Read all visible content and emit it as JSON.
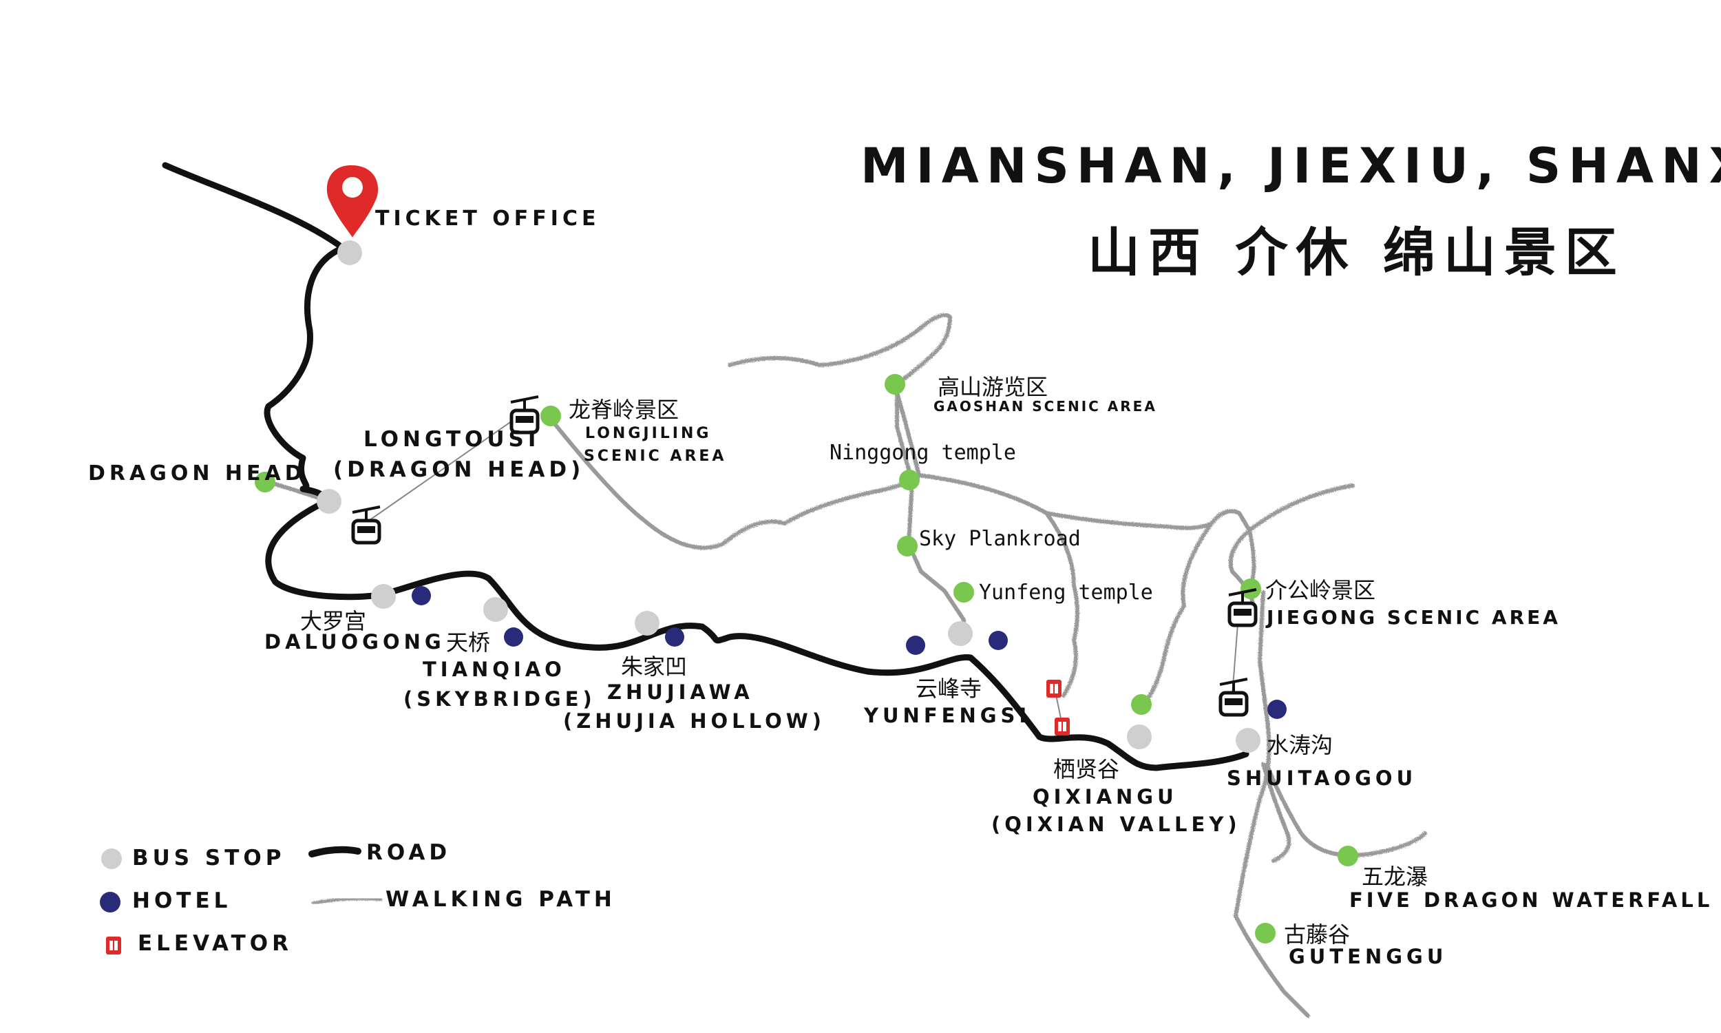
{
  "title": {
    "en": "MIANSHAN, JIEXIU, SHANXI",
    "cn": "山西 介休 绵山景区"
  },
  "colors": {
    "road": "#111111",
    "path": "#9a9a9a",
    "bus_stop": "#cfcfcf",
    "hotel": "#2a2a7a",
    "scenic_point": "#7ac74f",
    "pin": "#e02a2a",
    "elevator": "#e02a2a"
  },
  "labels": {
    "ticket_office": "TICKET OFFICE",
    "dragon_head": "DRAGON HEAD",
    "longtousi": "LONGTOUSI",
    "longtousi_en": "(DRAGON HEAD)",
    "longjiling_cn": "龙脊岭景区",
    "longjiling_en_1": "LONGJILING",
    "longjiling_en_2": "SCENIC AREA",
    "gaoshan_cn": "高山游览区",
    "gaoshan_en": "GAOSHAN SCENIC AREA",
    "ninggong": "Ninggong temple",
    "sky_plankroad": "Sky Plankroad",
    "yunfeng_temple": "Yunfeng temple",
    "jiegong_cn": "介公岭景区",
    "jiegong_en": "JIEGONG SCENIC AREA",
    "daluogong_cn": "大罗宫",
    "daluogong_en": "DALUOGONG",
    "tianqiao_cn": "天桥",
    "tianqiao_en": "TIANQIAO",
    "tianqiao_en_2": "(SKYBRIDGE)",
    "zhujiawa_cn": "朱家凹",
    "zhujiawa_en": "ZHUJIAWA",
    "zhujiawa_en_2": "(ZHUJIA HOLLOW)",
    "yunfengsi_cn": "云峰寺",
    "yunfengsi_en": "YUNFENGSI",
    "qixiangu_cn": "栖贤谷",
    "qixiangu_en": "QIXIANGU",
    "qixiangu_en_2": "(QIXIAN VALLEY)",
    "shuitaogou_cn": "水涛沟",
    "shuitaogou_en": "SHUITAOGOU",
    "wulongpu_cn": "五龙瀑",
    "wulongpu_en": "FIVE DRAGON WATERFALL",
    "gutenggu_cn": "古藤谷",
    "gutenggu_en": "GUTENGGU"
  },
  "legend": {
    "bus_stop": "BUS STOP",
    "hotel": "HOTEL",
    "elevator": "ELEVATOR",
    "road": "ROAD",
    "walking_path": "WALKING PATH"
  },
  "icons": {
    "pin": "location-pin-icon",
    "cable_car": "cable-car-icon",
    "elevator": "elevator-icon"
  }
}
